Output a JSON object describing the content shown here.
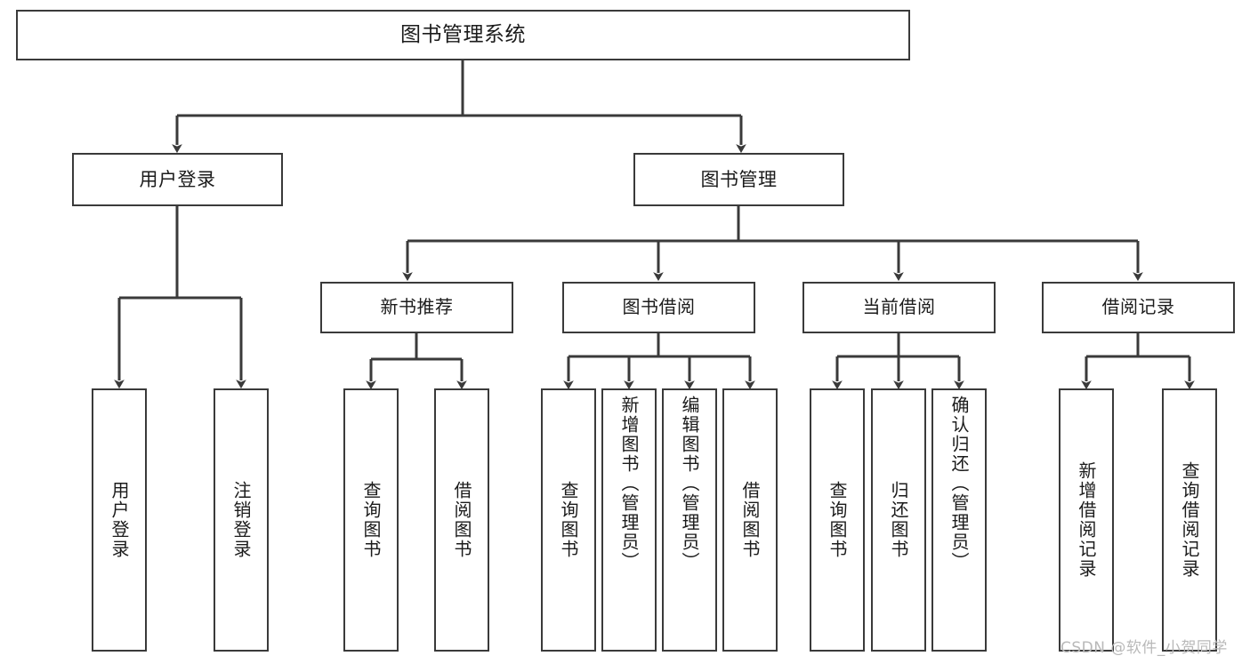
{
  "diagram": {
    "title": "图书管理系统",
    "watermark": "CSDN @软件_小贺同学",
    "colors": {
      "stroke": "#3a3a3a",
      "fill": "#ffffff",
      "text": "#1b1b1b",
      "watermark": "#b9b9b9"
    },
    "nodes": {
      "root": "图书管理系统",
      "level1": {
        "user_login": "用户登录",
        "book_manage": "图书管理"
      },
      "level2": {
        "new_book_recommend": "新书推荐",
        "book_borrow": "图书借阅",
        "current_borrow": "当前借阅",
        "borrow_record": "借阅记录"
      },
      "leaves": {
        "user_login_leaf": "用户登录",
        "logout_leaf": "注销登录",
        "query_book_1": "查询图书",
        "borrow_book_1": "借阅图书",
        "query_book_2": "查询图书",
        "add_book_admin": "新增图书（管理员）",
        "edit_book_admin": "编辑图书（管理员）",
        "borrow_book_2": "借阅图书",
        "query_book_3": "查询图书",
        "return_book": "归还图书",
        "confirm_return_admin": "确认归还（管理员）",
        "add_borrow_record": "新增借阅记录",
        "query_borrow_record": "查询借阅记录"
      }
    }
  }
}
